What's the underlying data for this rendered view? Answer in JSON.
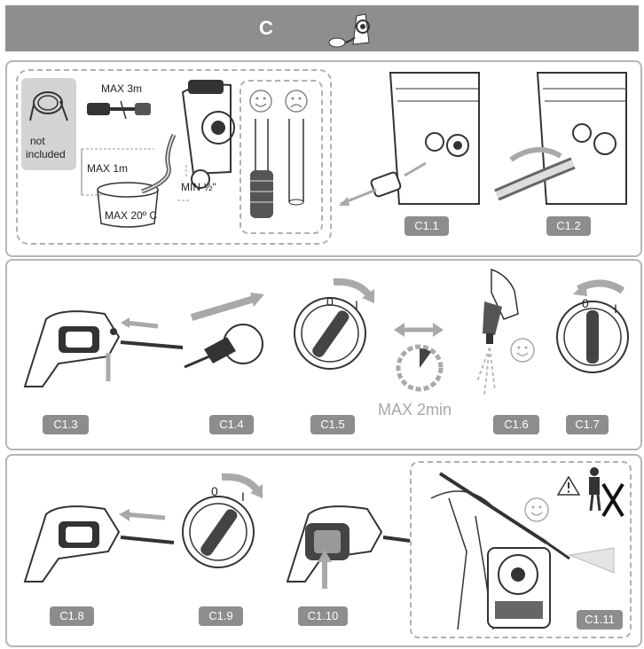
{
  "section": {
    "letter": "C"
  },
  "top": {
    "not_included": [
      "not",
      "included"
    ],
    "max_3m": "MAX 3m",
    "max_1m": "MAX 1m",
    "min_half": "MIN ½\"",
    "max_temp": "MAX 20º C"
  },
  "steps": [
    "C1.1",
    "C1.2",
    "C1.3",
    "C1.4",
    "C1.5",
    "C1.6",
    "C1.7",
    "C1.8",
    "C1.9",
    "C1.10",
    "C1.11"
  ],
  "switch_labels": {
    "off": "0",
    "on": "I"
  },
  "max_2min": "MAX 2min",
  "colors": {
    "header": "#8e8e8e",
    "badge": "#8d8d8d",
    "panel_border": "#b5b5b5",
    "arrow": "#a9a9a9"
  }
}
